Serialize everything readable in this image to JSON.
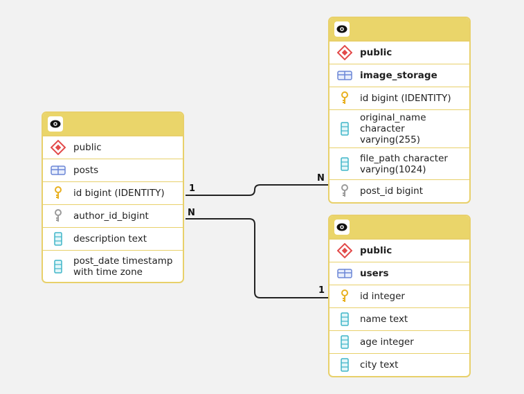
{
  "colors": {
    "background": "#f2f2f2",
    "header": "#ead56a",
    "border": "#e8d06a",
    "schema_icon": "#e24a4a",
    "table_icon": "#6b86d6",
    "primary_key_icon": "#e8b020",
    "foreign_key_icon": "#9a9a9a",
    "column_icon": "#3fb5c8",
    "connector": "#222222"
  },
  "tables": [
    {
      "id": "posts",
      "schema": "public",
      "name": "posts",
      "header_icon": "eye-icon",
      "columns": [
        {
          "label": "id bigint (IDENTITY)",
          "icon": "primary-key-icon"
        },
        {
          "label": "author_id_bigint",
          "icon": "foreign-key-icon"
        },
        {
          "label": "description text",
          "icon": "column-icon"
        },
        {
          "label": "post_date timestamp\nwith time zone",
          "icon": "column-icon"
        }
      ]
    },
    {
      "id": "image_storage",
      "schema": "public",
      "name": "image_storage",
      "header_icon": "eye-icon",
      "columns": [
        {
          "label": "id bigint (IDENTITY)",
          "icon": "primary-key-icon"
        },
        {
          "label": "original_name\ncharacter varying(255)",
          "icon": "column-icon"
        },
        {
          "label": "file_path character\nvarying(1024)",
          "icon": "column-icon"
        },
        {
          "label": "post_id bigint",
          "icon": "foreign-key-icon"
        }
      ]
    },
    {
      "id": "users",
      "schema": "public",
      "name": "users",
      "header_icon": "eye-icon",
      "columns": [
        {
          "label": "id integer",
          "icon": "primary-key-icon"
        },
        {
          "label": "name text",
          "icon": "column-icon"
        },
        {
          "label": "age integer",
          "icon": "column-icon"
        },
        {
          "label": "city text",
          "icon": "column-icon"
        }
      ]
    }
  ],
  "relations": [
    {
      "from": "posts.id",
      "to": "image_storage.post_id",
      "from_cardinality": "1",
      "to_cardinality": "N"
    },
    {
      "from": "posts.author_id_bigint",
      "to": "users.id",
      "from_cardinality": "N",
      "to_cardinality": "1"
    }
  ]
}
